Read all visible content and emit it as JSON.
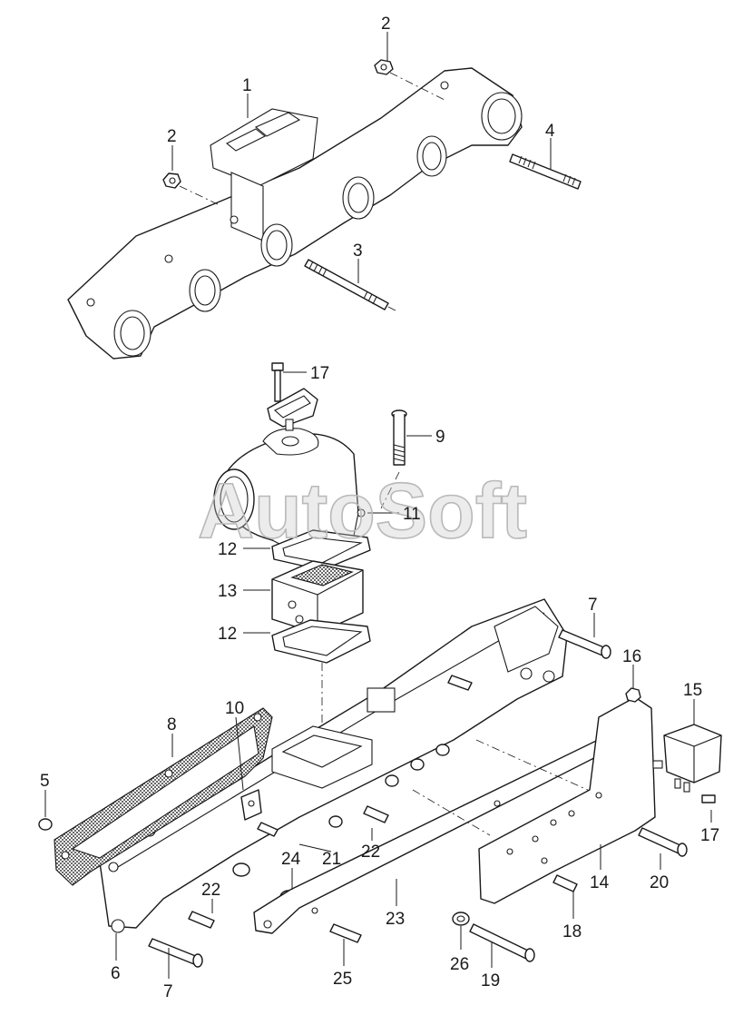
{
  "watermark": {
    "text": "AutoSoft"
  },
  "colors": {
    "line": "#1a1a1a",
    "background": "#ffffff",
    "watermark": "#c8c8c8"
  },
  "callouts": {
    "c1": "1",
    "c2a": "2",
    "c2b": "2",
    "c3": "3",
    "c4": "4",
    "c5": "5",
    "c6": "6",
    "c7a": "7",
    "c7b": "7",
    "c8": "8",
    "c9": "9",
    "c10": "10",
    "c11": "11",
    "c12a": "12",
    "c12b": "12",
    "c13": "13",
    "c14": "14",
    "c15": "15",
    "c16": "16",
    "c17a": "17",
    "c17b": "17",
    "c18": "18",
    "c19": "19",
    "c20": "20",
    "c21": "21",
    "c22a": "22",
    "c22b": "22",
    "c23": "23",
    "c24": "24",
    "c25": "25",
    "c26": "26"
  }
}
